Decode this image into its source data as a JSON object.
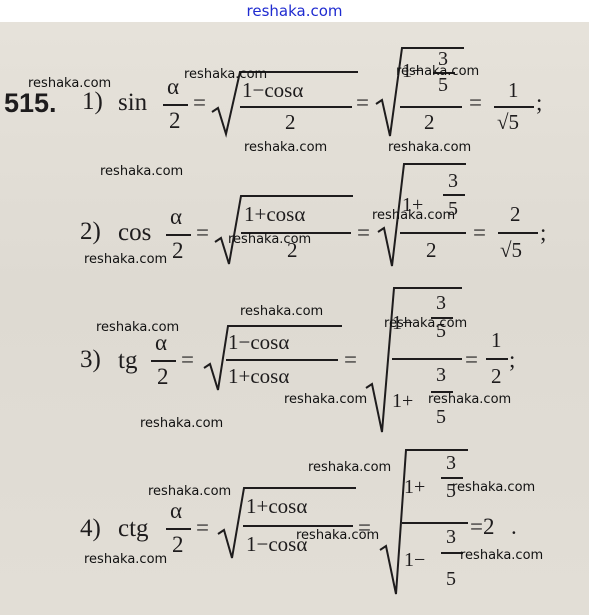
{
  "top_watermark": "reshaka.com",
  "watermark": "reshaka.com",
  "problem_number": "515.",
  "items": [
    {
      "label": "1)",
      "func": "sin",
      "alpha": "α",
      "two": "2",
      "eq": "=",
      "under_num": "1−cosα",
      "under_den": "2",
      "nest_lead": "1−",
      "nest_small_num": "3",
      "nest_small_den": "5",
      "nest_den": "2",
      "result_num": "1",
      "result_den": "√5",
      "end": ";"
    },
    {
      "label": "2)",
      "func": "cos",
      "alpha": "α",
      "two": "2",
      "eq": "=",
      "under_num": "1+cosα",
      "under_den": "2",
      "nest_lead": "1+",
      "nest_small_num": "3",
      "nest_small_den": "5",
      "nest_den": "2",
      "result_num": "2",
      "result_den": "√5",
      "end": ";"
    },
    {
      "label": "3)",
      "func": "tg",
      "alpha": "α",
      "two": "2",
      "eq": "=",
      "under_num": "1−cosα",
      "under_den": "1+cosα",
      "nest_lead": "1−",
      "nest_small_num": "3",
      "nest_small_den": "5",
      "nest_lead2": "1+",
      "nest_small_num2": "3",
      "nest_small_den2": "5",
      "result_num": "1",
      "result_den": "2",
      "end": ";"
    },
    {
      "label": "4)",
      "func": "ctg",
      "alpha": "α",
      "two": "2",
      "eq": "=",
      "under_num": "1+cosα",
      "under_den": "1−cosα",
      "nest_lead": "1+",
      "nest_small_num": "3",
      "nest_small_den": "5",
      "nest_lead2": "1−",
      "nest_small_num2": "3",
      "nest_small_den2": "5",
      "result": "=2",
      "end": "."
    }
  ]
}
